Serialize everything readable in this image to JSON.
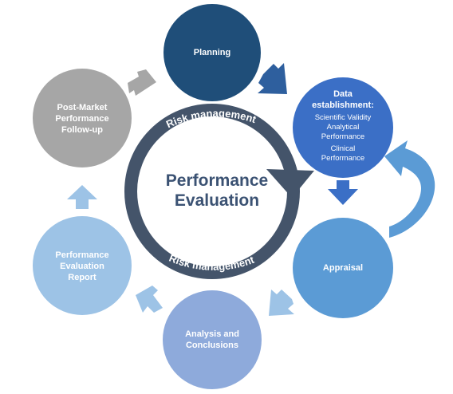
{
  "colors": {
    "planning": "#1f4e79",
    "data_establishment": "#3b6fc6",
    "appraisal": "#5b9bd5",
    "analysis": "#8eaadb",
    "report": "#9dc3e6",
    "post_market": "#a6a6a6",
    "ring": "#44546a",
    "arrow_dark": "#2e5f9e",
    "arrow_light": "#9dc3e6",
    "arrow_gray": "#a6a6a6",
    "center_text": "#3b5273"
  },
  "center": {
    "title": "Performance\nEvaluation"
  },
  "ring": {
    "top_label": "Risk management",
    "bottom_label": "Risk management"
  },
  "nodes": {
    "planning": {
      "label": "Planning"
    },
    "data_establishment": {
      "label": "Data\nestablishment:",
      "items": [
        "Scientific Validity",
        "Analytical\nPerformance",
        "Clinical\nPerformance"
      ]
    },
    "appraisal": {
      "label": "Appraisal"
    },
    "analysis": {
      "label": "Analysis and\nConclusions"
    },
    "report": {
      "label": "Performance\nEvaluation\nReport"
    },
    "post_market": {
      "label": "Post-Market\nPerformance\nFollow-up"
    }
  }
}
